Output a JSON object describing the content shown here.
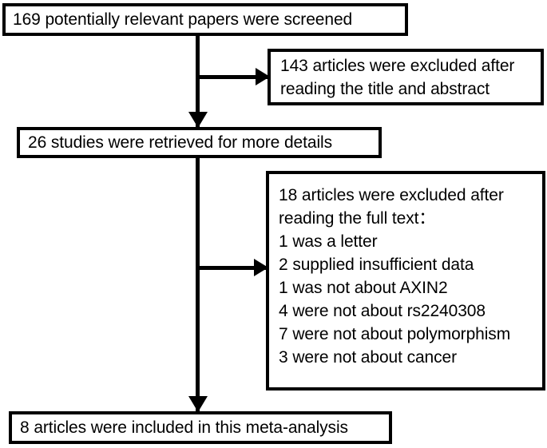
{
  "diagram": {
    "type": "prisma-study-selection-flowchart",
    "boxes": {
      "screened": {
        "lines": [
          "169 potentially relevant papers were screened"
        ]
      },
      "excluded_title_abstract": {
        "lines": [
          "143 articles were excluded after",
          "reading the title and abstract"
        ]
      },
      "retrieved": {
        "lines": [
          "26 studies were retrieved for more details"
        ]
      },
      "excluded_full_text": {
        "lines": [
          "18 articles were excluded after",
          "reading the full text：",
          "1 was a letter",
          "2 supplied insufficient data",
          "1 was not about AXIN2",
          "4 were not about rs2240308",
          "7 were not about polymorphism",
          "3 were not about cancer"
        ]
      },
      "included": {
        "lines": [
          "8 articles were included in this meta-analysis"
        ]
      }
    },
    "connectors": [
      {
        "name": "screened-to-retrieved",
        "direction": "down"
      },
      {
        "name": "screened-to-excluded-title",
        "direction": "right"
      },
      {
        "name": "retrieved-to-included",
        "direction": "down"
      },
      {
        "name": "retrieved-to-excluded-fulltext",
        "direction": "right"
      }
    ],
    "colors": {
      "stroke": "#000000",
      "fill": "#ffffff",
      "text": "#000000"
    }
  }
}
